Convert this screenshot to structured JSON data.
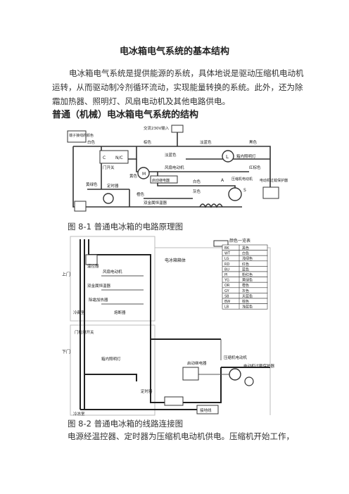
{
  "doc": {
    "title": "电冰箱电气系统的基本结构",
    "intro": "电冰箱电气系统是提供能源的系统，具体地说是驱动压缩机电动机运转，从而驱动制冷剂循环流动，实现能量转换的系统。此外，还为除霜加热器、照明灯、风扇电动机及其他电路供电。",
    "section_heading": "普通（机械）电冰箱电气系统的结构",
    "fig1_caption": "图 8-1 普通电冰箱的电路原理图",
    "fig2_caption": "图 8-2 普通电冰箱的线路连接图",
    "tail_text": "电源经温控器、定时器为压缩机电动机供电。压缩机开始工作，"
  },
  "fig1": {
    "ac_input": "交流230V输入",
    "terminal_color_label": "端子接线的颜色",
    "white": "白色",
    "brown": "棕色",
    "light_blue": "淡蓝色",
    "black": "黑色",
    "light_blue2": "淡蓝色",
    "cabinet_lamp": "箱内照明灯",
    "door_switch": "门开关",
    "fan_motor": "风扇电动机",
    "red_brown": "红棕色",
    "start_relay": "启动继电器",
    "yellow_green": "黄绿色",
    "timer": "定时器",
    "white2": "白色",
    "gray": "灰色",
    "compressor_motor": "压缩机电动机",
    "overload_protector": "电动机过载保护器",
    "defrost_heater": "双金属恒温器",
    "orange": "橙色",
    "c_label": "C",
    "nc_label": "N/C",
    "l_label": "L",
    "m_label": "M",
    "a_label": "A",
    "s_label": "S",
    "yellow": "黄色"
  },
  "fig2": {
    "cabinet": "电冰箱箱体",
    "upper_door": "上门",
    "lower_door": "下门",
    "thermostat": "温控器",
    "fan_motor": "风扇电动机",
    "bimetal": "双金属恒温器",
    "defrost_heater": "除霜加热器",
    "freezer": "冷藏室",
    "fuse": "熔断器",
    "door_switch": "门检测开关",
    "cabinet_lamp": "箱内照明灯",
    "timer": "定时器",
    "start_relay": "启动继电器",
    "compressor_motor": "压缩机电动机",
    "overload_protector": "电动机过载保护器",
    "ground": "接地线",
    "color_table_title": "颜色一览表",
    "color_table": [
      {
        "code": "BK",
        "name": "黑色"
      },
      {
        "code": "WT",
        "name": "白色"
      },
      {
        "code": "LG",
        "name": "浅绿色"
      },
      {
        "code": "RD",
        "name": "红色"
      },
      {
        "code": "BU",
        "name": "蓝色"
      },
      {
        "code": "PI",
        "name": "粉红色"
      },
      {
        "code": "YG",
        "name": "黄绿色"
      },
      {
        "code": "OR",
        "name": "橙色"
      },
      {
        "code": "GY",
        "name": "灰色"
      },
      {
        "code": "SB",
        "name": "天蓝色"
      },
      {
        "code": "BW",
        "name": "棕色"
      },
      {
        "code": "LB",
        "name": "浅蓝色"
      }
    ],
    "freezer_bottom": "冷冻室"
  }
}
